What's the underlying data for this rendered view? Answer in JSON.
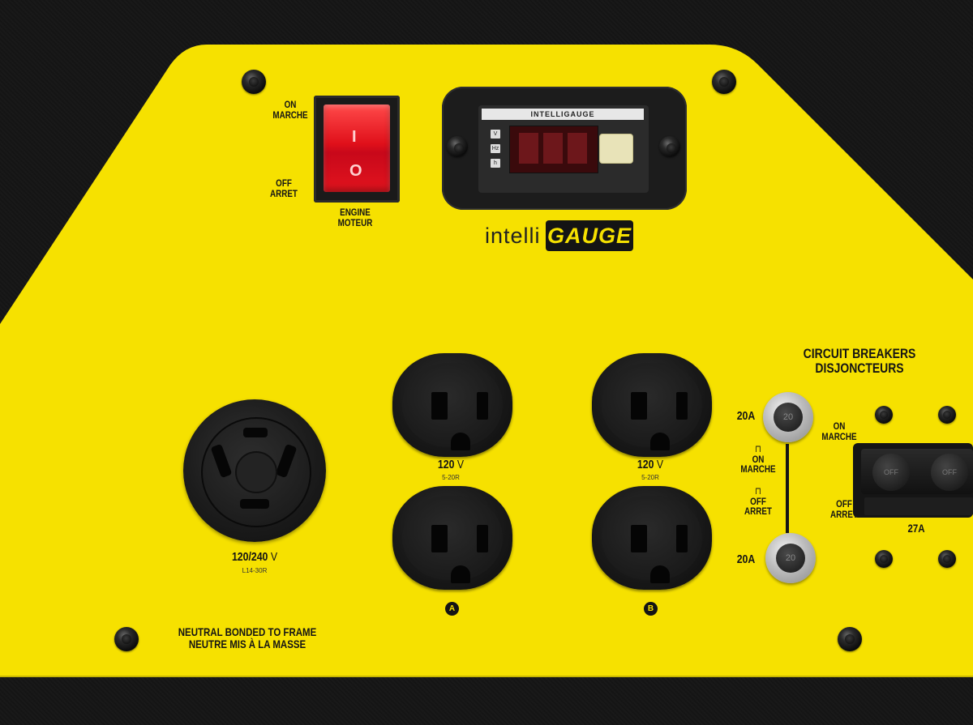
{
  "colors": {
    "panel": "#f6e100",
    "housing": "#151515",
    "rocker": "#e0101a",
    "text": "#141414"
  },
  "engine_switch": {
    "on_label": "ON",
    "on_label_fr": "MARCHE",
    "off_label": "OFF",
    "off_label_fr": "ARRET",
    "on_symbol": "I",
    "off_symbol": "O",
    "engine_label": "ENGINE",
    "engine_label_fr": "MOTEUR"
  },
  "gauge": {
    "title": "INTELLIGAUGE",
    "buttons": [
      "V",
      "Hz",
      "h"
    ],
    "brand_prefix": "intelli",
    "brand_suffix": "GAUGE"
  },
  "twist_lock": {
    "voltage": "120/240",
    "unit": "V",
    "model": "L14-30R"
  },
  "outlets": [
    {
      "voltage": "120",
      "unit": "V",
      "model": "5-20R",
      "bank": "A"
    },
    {
      "voltage": "120",
      "unit": "V",
      "model": "5-20R",
      "bank": "B"
    }
  ],
  "neutral_notice": {
    "line1": "NEUTRAL BONDED TO FRAME",
    "line2": "NEUTRE MIS À LA MASSE"
  },
  "breakers": {
    "heading": "CIRCUIT BREAKERS",
    "heading_fr": "DISJONCTEURS",
    "small_rating_top": "20A",
    "small_rating_bottom": "20A",
    "small_cap_text": "20",
    "small_on": "ON",
    "small_on_fr": "MARCHE",
    "small_off": "OFF",
    "small_off_fr": "ARRET",
    "main_on": "ON",
    "main_on_fr": "MARCHE",
    "main_off": "OFF",
    "main_off_fr": "ARRET",
    "main_rating": "27A",
    "main_rocker_text": "OFF"
  }
}
